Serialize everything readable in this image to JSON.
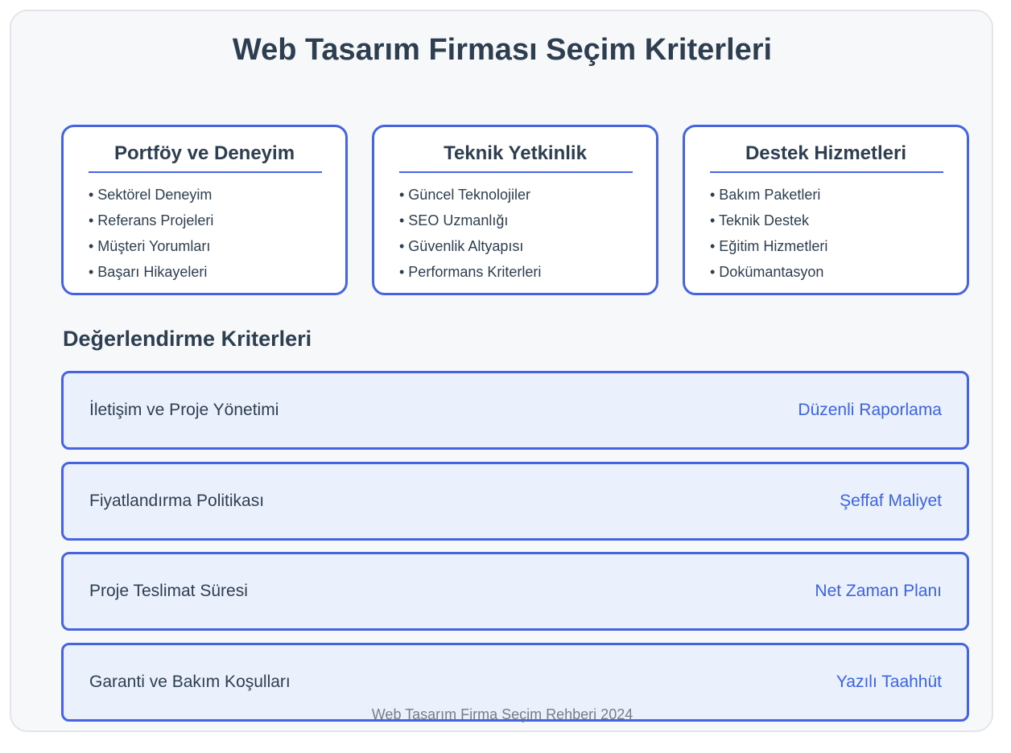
{
  "title": "Web Tasarım Firması Seçim Kriterleri",
  "colors": {
    "accent": "#4664e0",
    "value_text": "#3b63e6",
    "heading_text": "#2c3e50",
    "row_background": "#ebf0fd",
    "panel_background": "#f7f8fa"
  },
  "cards": [
    {
      "title": "Portföy ve Deneyim",
      "items": [
        "• Sektörel Deneyim",
        "• Referans Projeleri",
        "• Müşteri Yorumları",
        "• Başarı Hikayeleri"
      ]
    },
    {
      "title": "Teknik Yetkinlik",
      "items": [
        "• Güncel Teknolojiler",
        "• SEO Uzmanlığı",
        "• Güvenlik Altyapısı",
        "• Performans Kriterleri"
      ]
    },
    {
      "title": "Destek Hizmetleri",
      "items": [
        "• Bakım Paketleri",
        "• Teknik Destek",
        "• Eğitim Hizmetleri",
        "• Dokümantasyon"
      ]
    }
  ],
  "evaluation": {
    "title": "Değerlendirme Kriterleri",
    "rows": [
      {
        "label": "İletişim ve Proje Yönetimi",
        "value": "Düzenli Raporlama"
      },
      {
        "label": "Fiyatlandırma Politikası",
        "value": "Şeffaf Maliyet"
      },
      {
        "label": "Proje Teslimat Süresi",
        "value": "Net Zaman Planı"
      },
      {
        "label": "Garanti ve Bakım Koşulları",
        "value": "Yazılı Taahhüt"
      }
    ]
  },
  "footer": "Web Tasarım Firma Seçim Rehberi 2024"
}
